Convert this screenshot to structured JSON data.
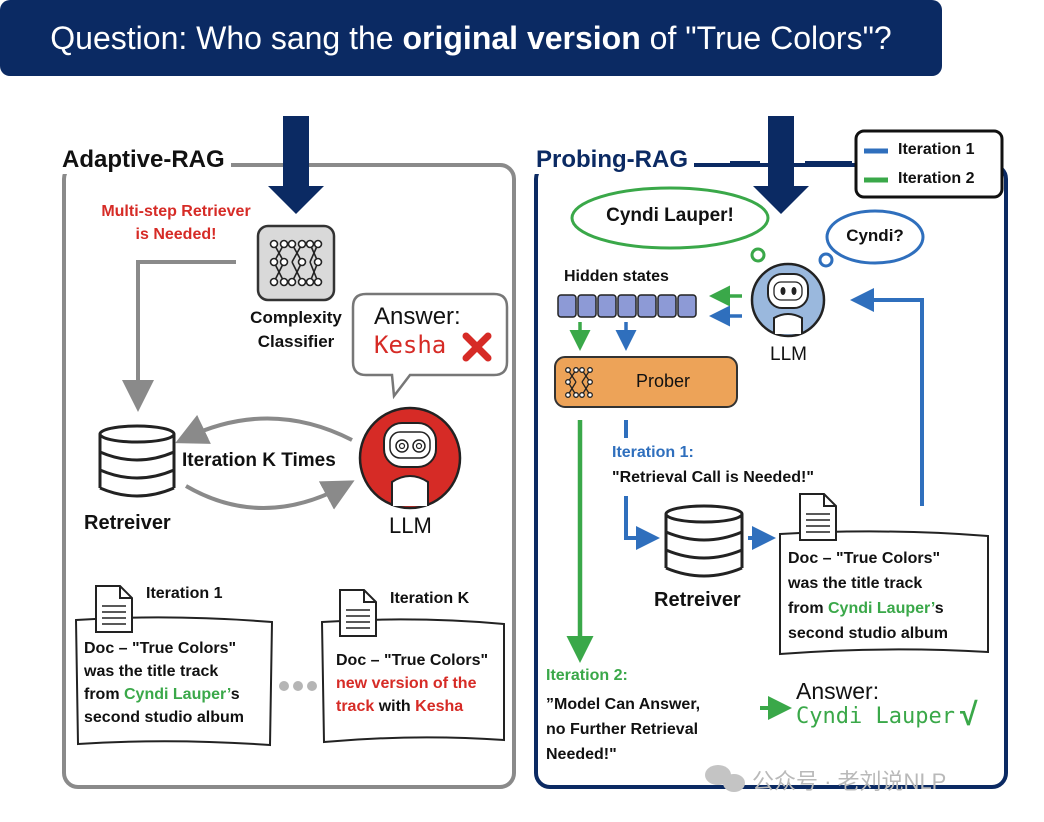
{
  "question": {
    "prefix": "Question: Who sang the ",
    "emphasis": "original version",
    "suffix": " of \"True Colors\"?"
  },
  "adaptive": {
    "title": "Adaptive-RAG",
    "multi_step_line1": "Multi-step Retriever",
    "multi_step_line2": "is Needed!",
    "classifier_line1": "Complexity",
    "classifier_line2": "Classifier",
    "answer_label": "Answer:",
    "answer_value": "Kesha",
    "iteration_loop": "Iteration K Times",
    "retriever": "Retreiver",
    "llm": "LLM",
    "doc1": {
      "title": "Iteration 1",
      "line1": "Doc – \"True Colors\"",
      "line2": "was the title track",
      "line3_pre": "from ",
      "line3_name": "Cyndi Lauper’",
      "line3_post": "s",
      "line4": "second studio album"
    },
    "docK": {
      "title": "Iteration K",
      "line1": "Doc – \"True Colors\"",
      "line2": "new version of the",
      "line3_pre": "track",
      "line3_mid": " with ",
      "line3_name": "Kesha"
    }
  },
  "probing": {
    "title": "Probing-RAG",
    "legend": [
      "Iteration 1",
      "Iteration 2"
    ],
    "answer_bubble": "Cyndi Lauper!",
    "thought_bubble": "Cyndi?",
    "hidden_states": "Hidden states",
    "llm": "LLM",
    "prober": "Prober",
    "iter1_label": "Iteration 1:",
    "iter1_text": "\"Retrieval Call is Needed!\"",
    "retriever": "Retreiver",
    "doc": {
      "line1": "Doc – \"True Colors\"",
      "line2": "was the title track",
      "line3_pre": "from ",
      "line3_name": "Cyndi Lauper’",
      "line3_post": "s",
      "line4": "second studio album"
    },
    "iter2_label": "Iteration 2:",
    "iter2_line1": "”Model Can Answer,",
    "iter2_line2": "no Further Retrieval",
    "iter2_line3": "Needed!\"",
    "final_answer_label": "Answer:",
    "final_answer_value": "Cyndi Lauper",
    "checkmark": "√"
  },
  "watermark": "公众号 · 老刘说NLP",
  "colors": {
    "navy": "#0b2a63",
    "red": "#d62b26",
    "green": "#3aa849",
    "blue": "#2f6fbd",
    "orange": "#eda358",
    "gray": "#8a8a8a"
  }
}
